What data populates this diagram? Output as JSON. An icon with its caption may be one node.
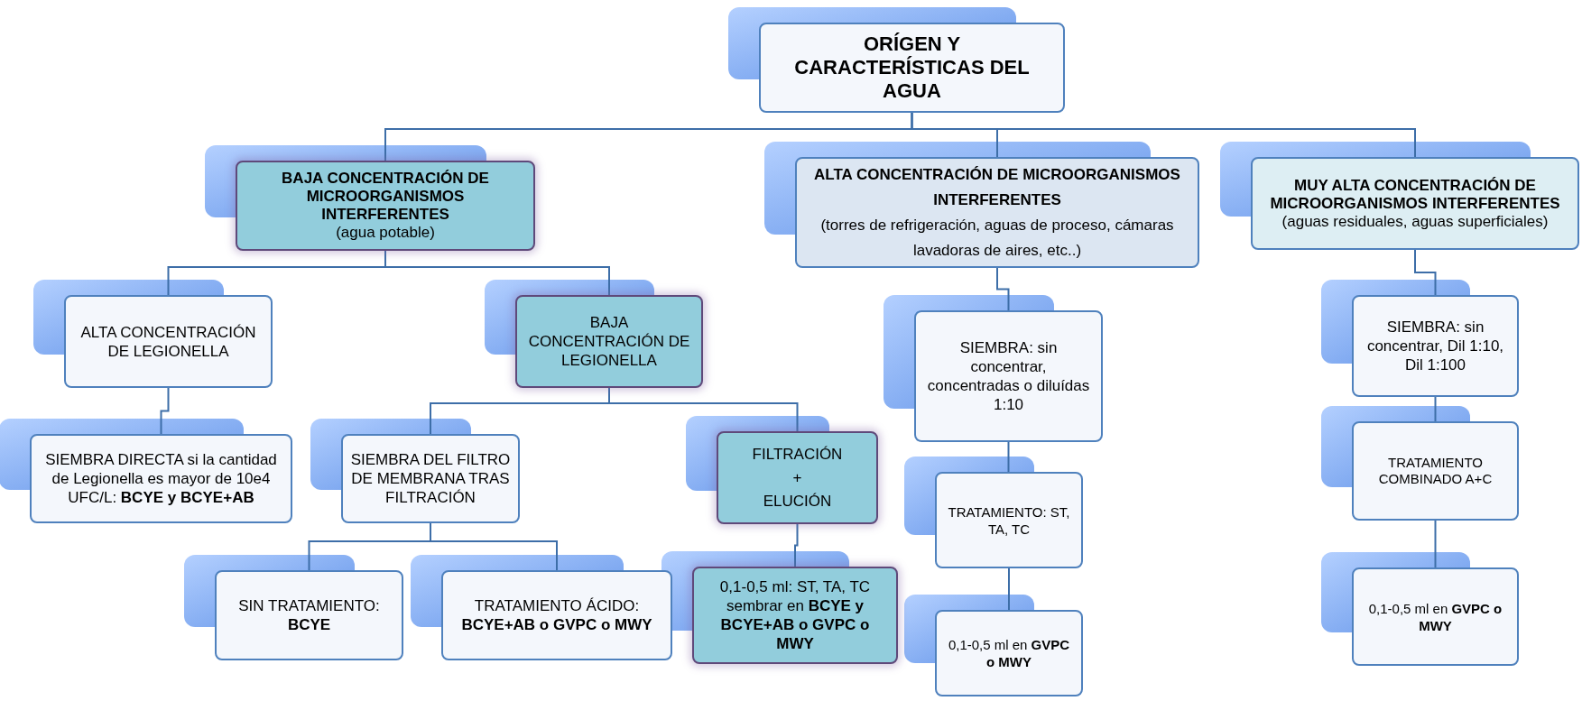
{
  "diagram": {
    "nodes": [
      {
        "text": [
          "ORÍGEN Y CARACTERÍSTICAS DEL AGUA"
        ]
      },
      {
        "text": [
          "BAJA CONCENTRACIÓN DE MICROORGANISMOS INTERFERENTES",
          "(agua potable)"
        ]
      },
      {
        "text": [
          "ALTA CONCENTRACIÓN DE MICROORGANISMOS INTERFERENTES",
          "(torres de refrigeración, aguas de proceso, cámaras lavadoras de aires, etc..)"
        ]
      },
      {
        "text": [
          "**MUY ALTA CONCENTRACIÓN DE MICROORGANISMOS INTERFERENTES** (aguas residuales, aguas superficiales)"
        ]
      },
      {
        "text": [
          "ALTA CONCENTRACIÓN DE LEGIONELLA"
        ]
      },
      {
        "text": [
          "BAJA CONCENTRACIÓN DE LEGIONELLA"
        ]
      },
      {
        "text": [
          "SIEMBRA DIRECTA si la cantidad de Legionella es mayor de 10e4 UFC/L: **BCYE y BCYE+AB**"
        ]
      },
      {
        "text": [
          "SIEMBRA DEL FILTRO DE MEMBRANA TRAS FILTRACIÓN"
        ]
      },
      {
        "text": [
          "FILTRACIÓN",
          "+",
          "ELUCIÓN"
        ]
      },
      {
        "text": [
          "SIN TRATAMIENTO: **BCYE**"
        ]
      },
      {
        "text": [
          "TRATAMIENTO ÁCIDO: **BCYE+AB o GVPC o MWY**"
        ]
      },
      {
        "text": [
          "0,1-0,5 ml: ST, TA, TC sembrar en **BCYE y BCYE+AB o GVPC o MWY**"
        ]
      },
      {
        "text": [
          "SIEMBRA: sin concentrar, concentradas o diluídas 1:10"
        ]
      },
      {
        "text": [
          "TRATAMIENTO: ST, TA, TC"
        ]
      },
      {
        "text": [
          "0,1-0,5 ml en **GVPC o MWY**"
        ]
      },
      {
        "text": [
          "SIEMBRA: sin concentrar, Dil 1:10, Dil 1:100"
        ]
      },
      {
        "text": [
          "TRATAMIENTO COMBINADO A+C"
        ]
      },
      {
        "text": [
          "0,1-0,5 ml en **GVPC o MWY**"
        ]
      }
    ],
    "edges": [
      {
        "from": 0,
        "to": 1,
        "arrow": "none"
      },
      {
        "from": 0,
        "to": 2,
        "arrow": "none"
      },
      {
        "from": 0,
        "to": 3,
        "arrow": "none"
      },
      {
        "from": 1,
        "to": 4,
        "arrow": "none"
      },
      {
        "from": 1,
        "to": 5,
        "arrow": "none"
      },
      {
        "from": 4,
        "to": 6,
        "arrow": "none"
      },
      {
        "from": 5,
        "to": 7,
        "arrow": "none"
      },
      {
        "from": 5,
        "to": 8,
        "arrow": "none"
      },
      {
        "from": 7,
        "to": 9,
        "arrow": "none"
      },
      {
        "from": 7,
        "to": 10,
        "arrow": "none"
      },
      {
        "from": 8,
        "to": 11,
        "arrow": "none"
      },
      {
        "from": 2,
        "to": 12,
        "arrow": "none"
      },
      {
        "from": 12,
        "to": 13,
        "arrow": "none"
      },
      {
        "from": 13,
        "to": 14,
        "arrow": "none"
      },
      {
        "from": 3,
        "to": 15,
        "arrow": "none"
      },
      {
        "from": 15,
        "to": 16,
        "arrow": "none"
      },
      {
        "from": 16,
        "to": 17,
        "arrow": "none"
      }
    ]
  }
}
